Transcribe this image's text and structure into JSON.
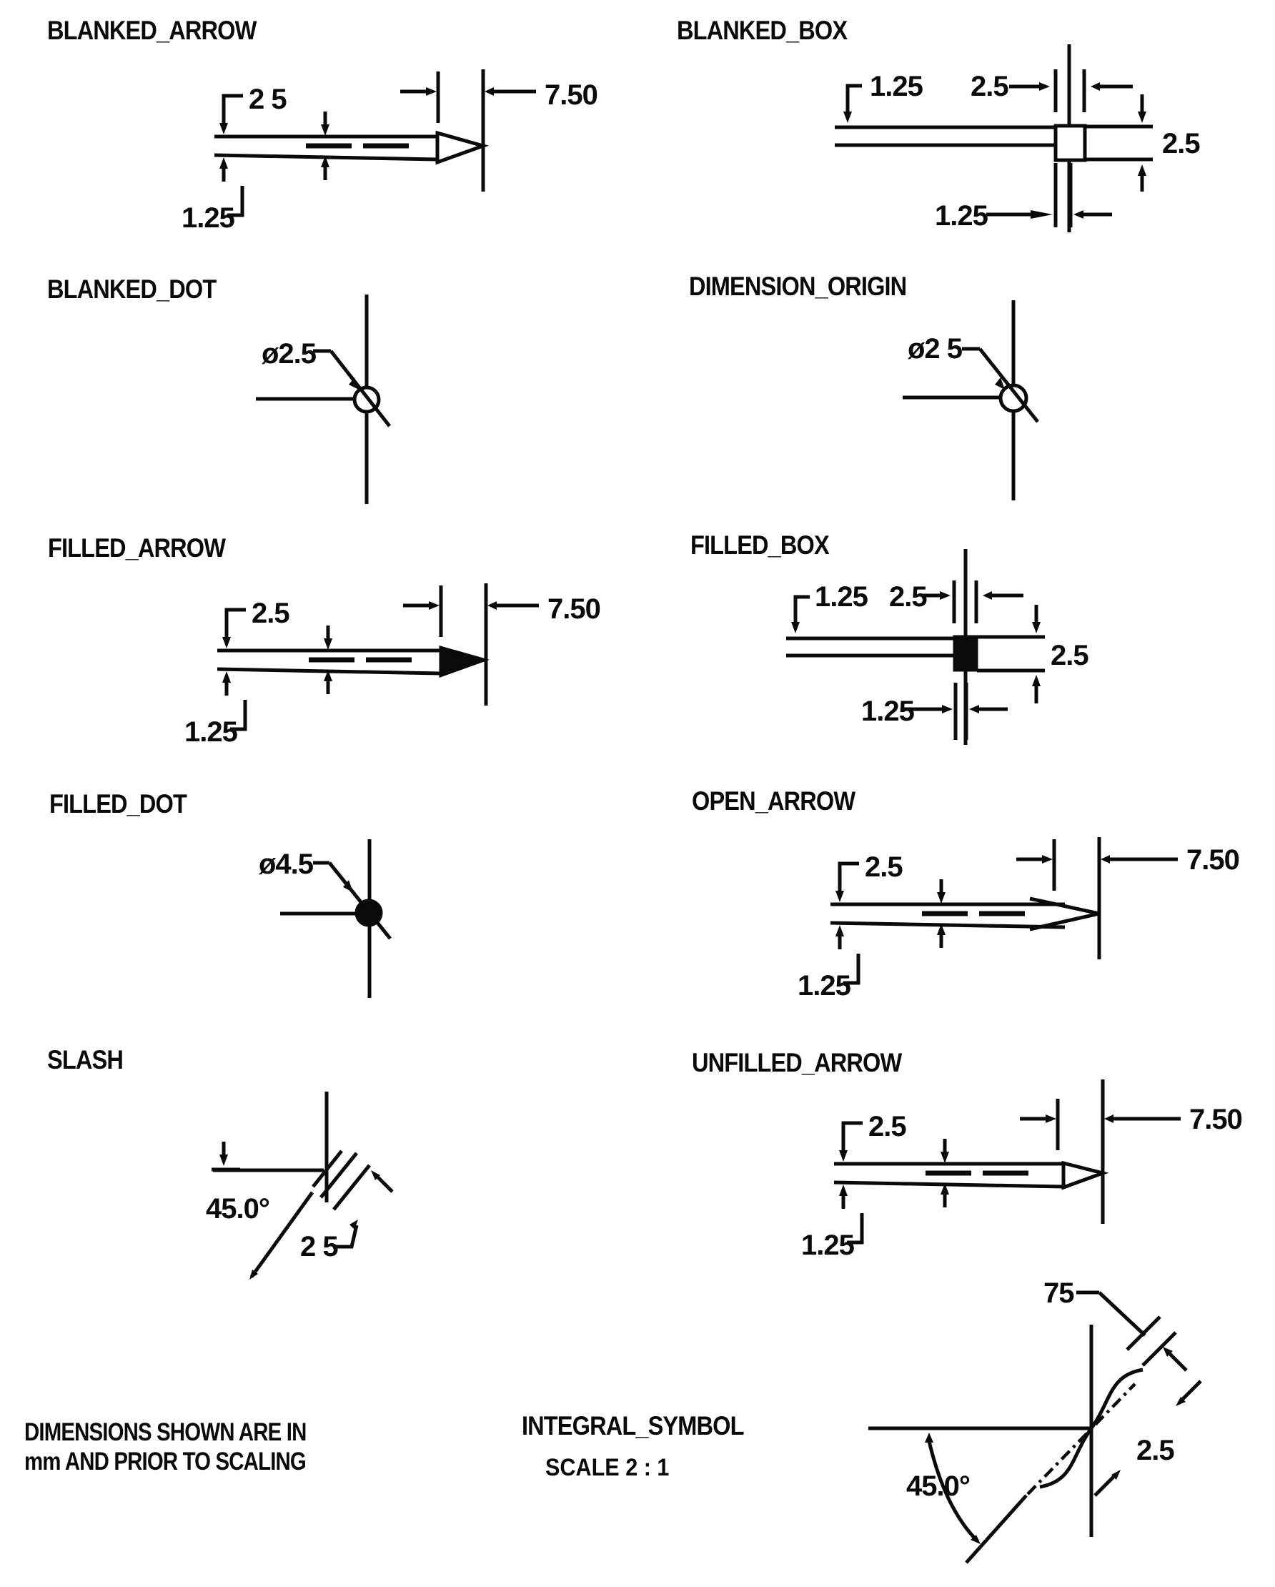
{
  "page": {
    "footnote_line1": "DIMENSIONS SHOWN ARE IN",
    "footnote_line2": "mm AND PRIOR TO SCALING"
  },
  "sections": {
    "blanked_arrow": {
      "title": "BLANKED_ARROW",
      "dim_top": "2 5",
      "dim_right": "7.50",
      "dim_bottom": "1.25"
    },
    "blanked_box": {
      "title": "BLANKED_BOX",
      "dim_left": "1.25",
      "dim_width": "2.5",
      "dim_height": "2.5",
      "dim_half": "1.25"
    },
    "blanked_dot": {
      "title": "BLANKED_DOT",
      "dim_diameter": "ø2.5"
    },
    "dimension_origin": {
      "title": "DIMENSION_ORIGIN",
      "dim_diameter": "ø2 5"
    },
    "filled_arrow": {
      "title": "FILLED_ARROW",
      "dim_top": "2.5",
      "dim_right": "7.50",
      "dim_bottom": "1.25"
    },
    "filled_box": {
      "title": "FILLED_BOX",
      "dim_left": "1.25",
      "dim_width": "2.5",
      "dim_height": "2.5",
      "dim_half": "1.25"
    },
    "filled_dot": {
      "title": "FILLED_DOT",
      "dim_diameter": "ø4.5"
    },
    "open_arrow": {
      "title": "OPEN_ARROW",
      "dim_top": "2.5",
      "dim_right": "7.50",
      "dim_bottom": "1.25"
    },
    "slash": {
      "title": "SLASH",
      "angle": "45.0°",
      "dim_length": "2 5"
    },
    "unfilled_arrow": {
      "title": "UNFILLED_ARROW",
      "dim_top": "2.5",
      "dim_right": "7.50",
      "dim_bottom": "1.25"
    },
    "integral_symbol": {
      "title": "INTEGRAL_SYMBOL",
      "scale": "SCALE 2 : 1",
      "dim_top": "75",
      "dim_size": "2.5",
      "angle": "45.0°"
    }
  }
}
